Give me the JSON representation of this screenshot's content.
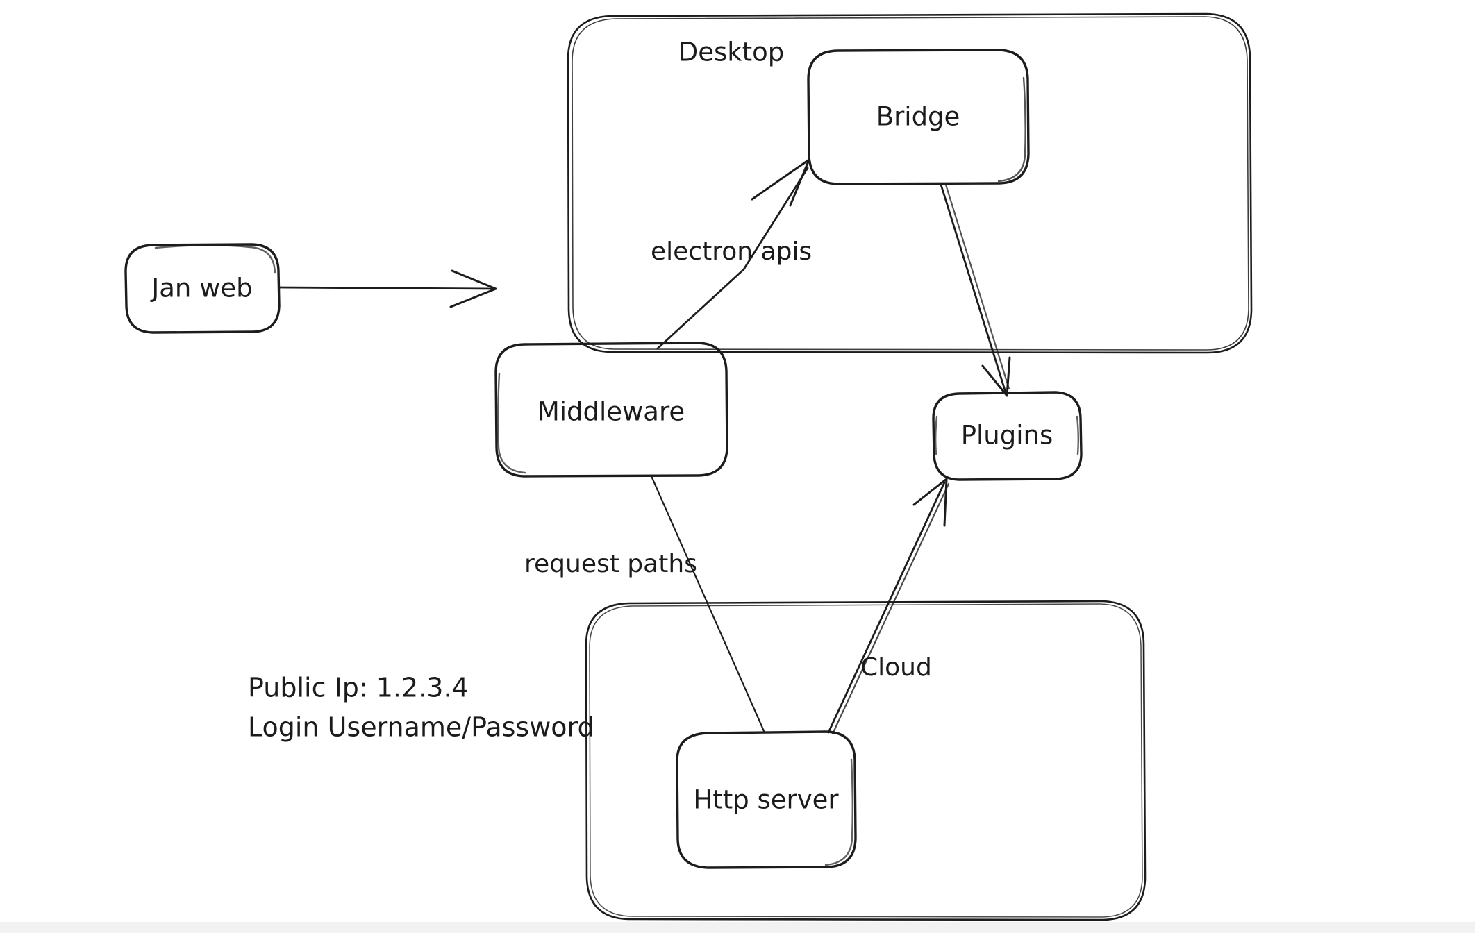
{
  "diagram": {
    "title": "Jan architecture whiteboard sketch",
    "style": "hand-drawn",
    "background_color": "#ffffff",
    "ink_color": "#1c1c1c",
    "groups": [
      {
        "id": "desktop",
        "label": "Desktop"
      },
      {
        "id": "cloud",
        "label": ""
      }
    ],
    "nodes": [
      {
        "id": "bridge",
        "label": "Bridge"
      },
      {
        "id": "jan-web",
        "label": "Jan web"
      },
      {
        "id": "middleware",
        "label": "Middleware"
      },
      {
        "id": "plugins",
        "label": "Plugins"
      },
      {
        "id": "http-server",
        "label": "Http server"
      }
    ],
    "edges": [
      {
        "id": "janweb-to-middleware",
        "from": "jan-web",
        "to": "middleware",
        "label": ""
      },
      {
        "id": "middleware-to-bridge",
        "from": "middleware",
        "to": "bridge",
        "label": "electron apis"
      },
      {
        "id": "bridge-to-plugins",
        "from": "bridge",
        "to": "plugins",
        "label": ""
      },
      {
        "id": "middleware-to-http-server",
        "from": "middleware",
        "to": "http-server",
        "label": "request paths"
      },
      {
        "id": "http-server-to-plugins",
        "from": "http-server",
        "to": "plugins",
        "label": "Cloud"
      }
    ],
    "notes": {
      "public_ip": "Public Ip: 1.2.3.4",
      "login": "Login Username/Password"
    }
  }
}
